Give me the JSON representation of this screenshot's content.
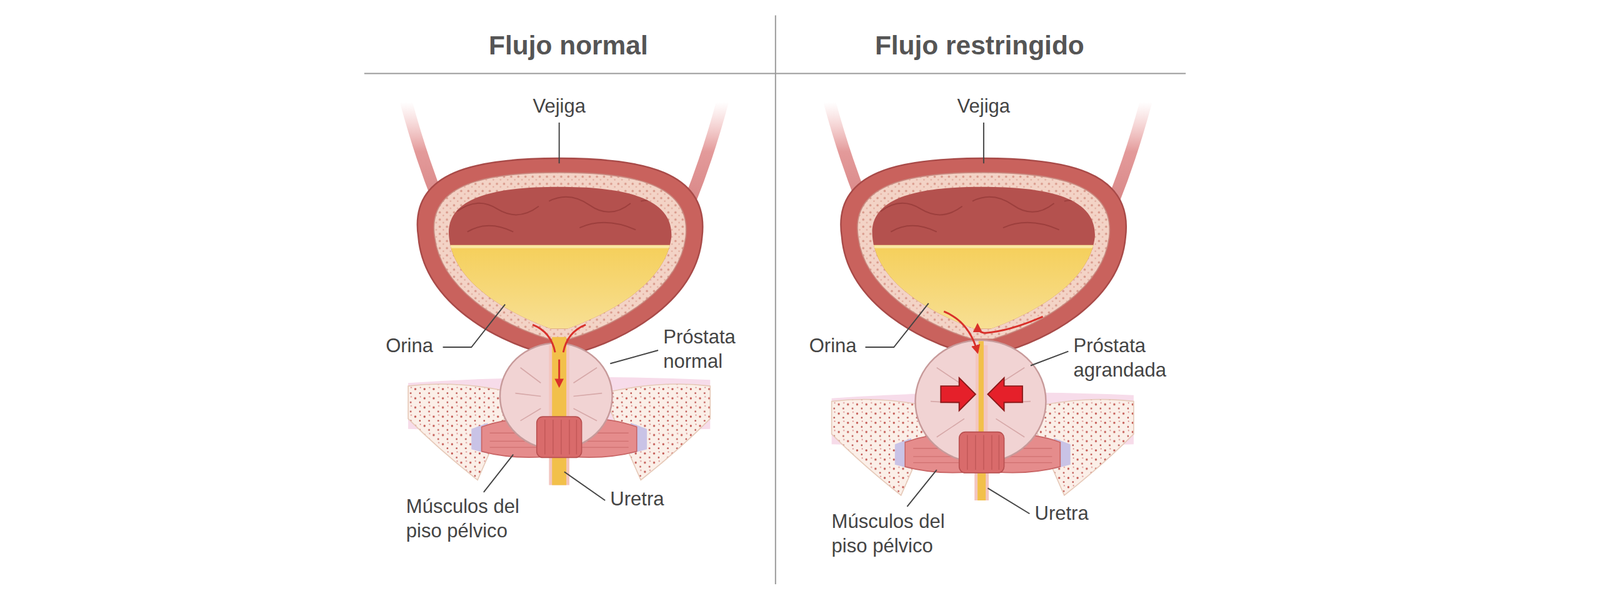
{
  "diagram": {
    "labels": [
      "Flujo normal",
      "Flujo restringido",
      "Vejiga",
      "Orina",
      "Próstata normal",
      "Músculos del piso pélvico",
      "Uretra",
      "Vejiga",
      "Orina",
      "Próstata agrandada",
      "Músculos del piso pélvico",
      "Uretra"
    ]
  }
}
